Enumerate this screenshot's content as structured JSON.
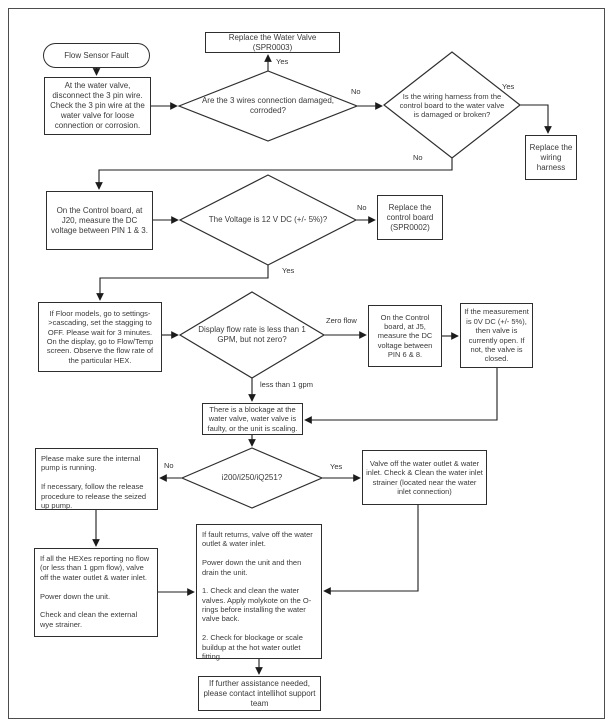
{
  "nodes": {
    "start": {
      "label": "Flow Sensor Fault"
    },
    "check_wires": {
      "label": "At the water valve, disconnect the 3 pin wire. Check the 3 pin wire at the water valve for loose connection or corrosion."
    },
    "replace_valve": {
      "label": "Replace the Water Valve (SPR0003)"
    },
    "wires_damaged": {
      "label": "Are the 3 wires connection damaged, corroded?"
    },
    "harness_damaged": {
      "label": "Is the wiring harness from the control board to the water valve is damaged or broken?"
    },
    "replace_harness": {
      "label": "Replace the wiring harness"
    },
    "measure_j20": {
      "label": "On the Control board, at J20, measure the DC voltage between PIN 1 & 3."
    },
    "voltage_check": {
      "label": "The Voltage is 12 V DC (+/- 5%)?"
    },
    "replace_board": {
      "label": "Replace the control board (SPR0002)"
    },
    "floor_models": {
      "label": "If Floor models, go to settings->cascading, set the stagging to OFF. Please wait for 3 minutes. On the display, go to Flow/Temp screen. Observe the flow rate of the particular HEX."
    },
    "flow_rate_check": {
      "label": "Display flow rate is less than 1 GPM, but not zero?"
    },
    "measure_j5": {
      "label": "On the Control board, at J5, measure the DC voltage between PIN 6 & 8."
    },
    "valve_open_closed": {
      "label": "If the measurement is 0V DC (+/- 5%), then valve is currently open. If not, the valve is closed."
    },
    "blockage": {
      "label": "There is a blockage at the water valve, water valve is faulty, or the unit is scaling."
    },
    "model_check": {
      "label": "i200/i250/iQ251?"
    },
    "internal_pump": {
      "label": "Please make sure the internal pump is running.\n\nIf necessary, follow the release procedure to release the seized up pump."
    },
    "valve_off": {
      "label": "Valve off the water outlet & water inlet. Check & Clean the water inlet strainer (located near the water inlet connection)"
    },
    "hexes_no_flow": {
      "label": "If all the HEXes reporting no flow (or less than 1 gpm flow), valve off the water outlet & water inlet.\n\nPower down the unit.\n\nCheck and clean the external wye strainer."
    },
    "fault_returns": {
      "label": "If fault returns, valve off the water outlet & water inlet.\n\nPower down the unit and then drain the unit.\n\n1. Check and clean the water valves. Apply molykote on the O-rings before installing the water valve back.\n\n2. Check for blockage or scale buildup at the hot water outlet fitting"
    },
    "support": {
      "label": "If further assistance needed, please contact intellihot support team"
    }
  },
  "edge_labels": {
    "d1_yes": "Yes",
    "d1_no": "No",
    "d2_yes": "Yes",
    "d2_no": "No",
    "d3_no": "No",
    "d3_yes": "Yes",
    "d4_zero_flow": "Zero flow",
    "d4_less_than": "less than 1 gpm",
    "d5_no": "No",
    "d5_yes": "Yes"
  },
  "colors": {
    "line": "#1c1c1c",
    "border": "#2e2e2e",
    "text": "#3a3a3a",
    "background": "#ffffff"
  }
}
